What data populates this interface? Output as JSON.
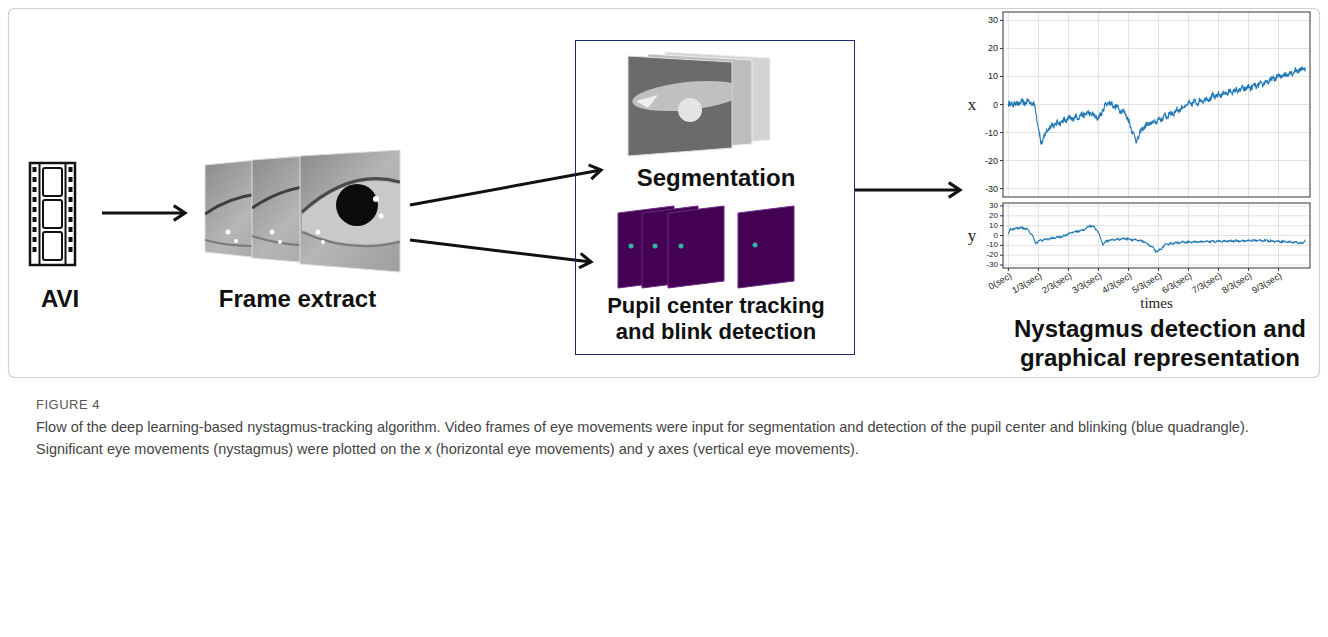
{
  "diagram": {
    "caption": "Flow of the deep learning-based nystagmus-tracking algorithm. Video frames of eye movements were input for segmentation and detection of the pupil center and blinking (blue quadrangle). Significant eye movements (nystagmus) were plotted on the x (horizontal eye movements) and y axes (vertical eye movements).",
    "nodes": [
      {
        "text": [
          "AVI"
        ]
      },
      {
        "text": [
          "Frame extract"
        ]
      },
      {
        "text": []
      },
      {
        "text": [
          "Segmentation"
        ],
        "in": 2
      },
      {
        "text": [
          "Pupil center tracking and blink detection"
        ],
        "in": 2
      },
      {
        "text": [
          "Nystagmus detection and graphical representation"
        ]
      }
    ],
    "edges": [
      {
        "from": 0,
        "to": 1,
        "arrow": "to"
      },
      {
        "from": 1,
        "to": 3,
        "arrow": "to"
      },
      {
        "from": 1,
        "to": 4,
        "arrow": "to"
      },
      {
        "from": 2,
        "to": 5,
        "arrow": "to"
      }
    ],
    "labels": [
      "30",
      "20",
      "10",
      "0",
      "-10",
      "-20",
      "-30",
      "x",
      "30",
      "20",
      "10",
      "0",
      "-10",
      "-20",
      "-30",
      "y",
      "0(sec)",
      "1/3(sec)",
      "2/3(sec)",
      "3/3(sec)",
      "4/3(sec)",
      "5/3(sec)",
      "6/3(sec)",
      "7/3(sec)",
      "8/3(sec)",
      "9/3(sec)",
      "times",
      "FIGURE 4"
    ]
  }
}
